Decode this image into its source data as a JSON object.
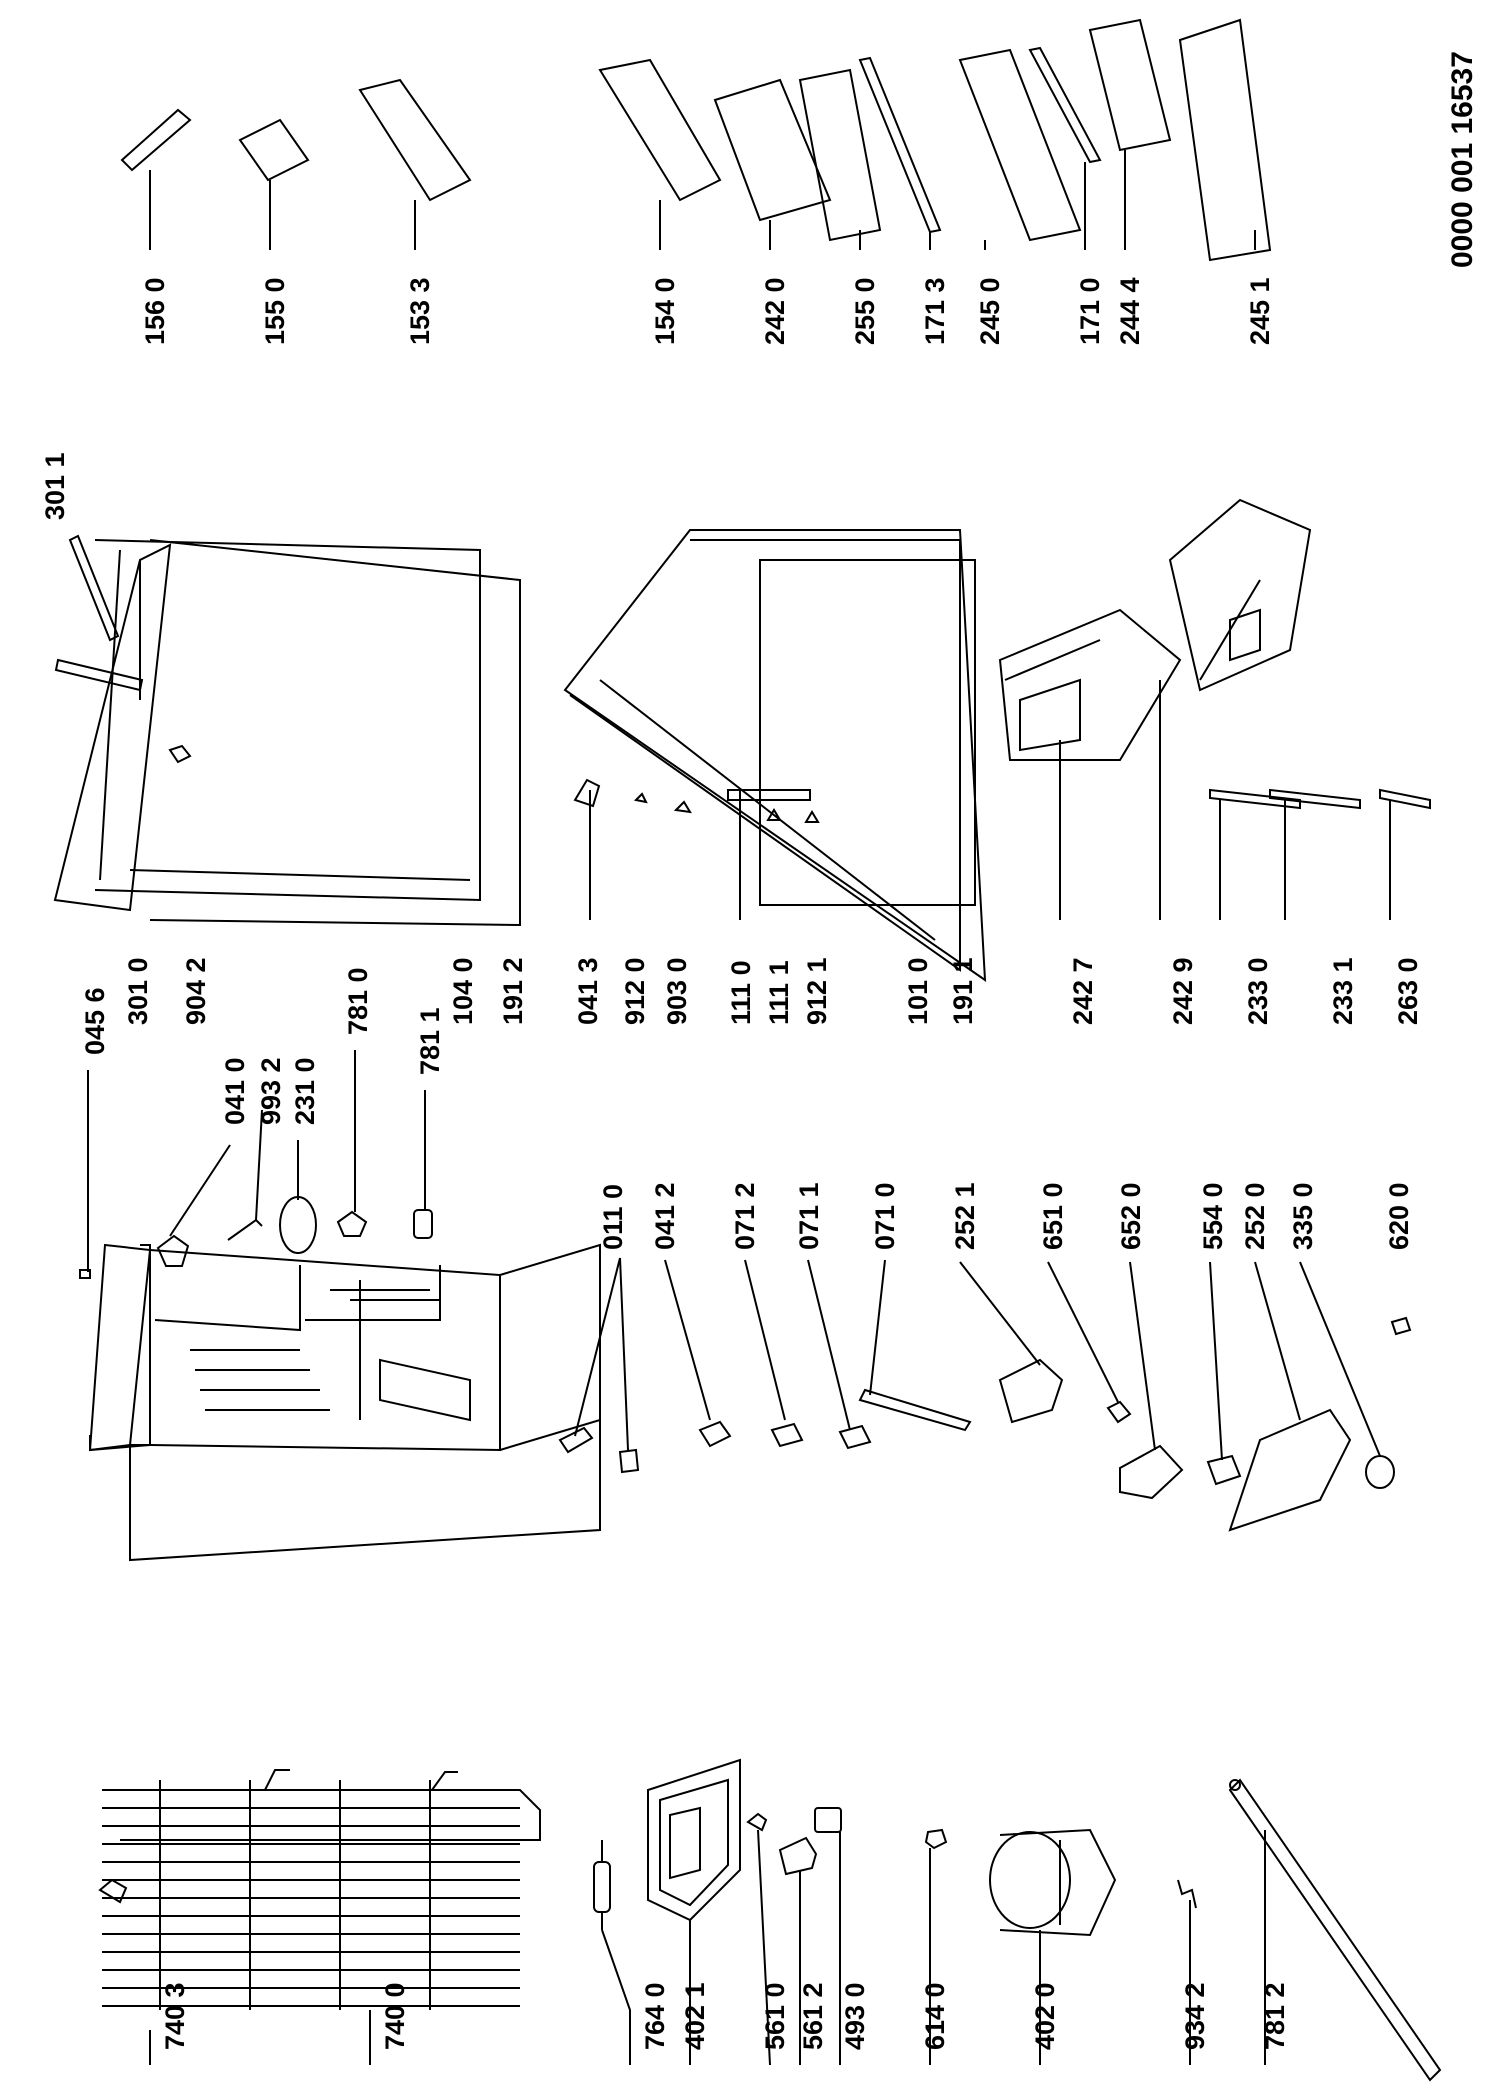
{
  "document_number": "0000 001 16537",
  "labels": {
    "p7403": "740 3",
    "p7400": "740 0",
    "p7640": "764 0",
    "p4021": "402 1",
    "p5610": "561 0",
    "p5612": "561 2",
    "p4930": "493 0",
    "p6140": "614 0",
    "p4020": "402 0",
    "p9342": "934 2",
    "p7812": "781 2",
    "p0456": "045 6",
    "p0410": "041 0",
    "p9932": "993 2",
    "p2310": "231 0",
    "p7810": "781 0",
    "p7811": "781 1",
    "p0110": "011 0",
    "p0412": "041 2",
    "p0712": "071 2",
    "p0711": "071 1",
    "p0710": "071 0",
    "p2521": "252 1",
    "p6510": "651 0",
    "p6520": "652 0",
    "p5540": "554 0",
    "p2520": "252 0",
    "p3350": "335 0",
    "p6200": "620 0",
    "p3010": "301 0",
    "p9042": "904 2",
    "p1040": "104 0",
    "p1912": "191 2",
    "p3011": "301 1",
    "p0413": "041 3",
    "p9120": "912 0",
    "p9030": "903 0",
    "p1110": "111 0",
    "p1111": "111 1",
    "p9121": "912 1",
    "p1010": "101 0",
    "p1911": "191 1",
    "p2427": "242 7",
    "p2429": "242 9",
    "p2330": "233 0",
    "p2331": "233 1",
    "p2630": "263 0",
    "p1560": "156 0",
    "p1550": "155 0",
    "p1533": "153 3",
    "p1540": "154 0",
    "p2420": "242 0",
    "p2550": "255 0",
    "p1713": "171 3",
    "p2450": "245 0",
    "p1710": "171 0",
    "p2444": "244 4",
    "p2451": "245 1"
  }
}
